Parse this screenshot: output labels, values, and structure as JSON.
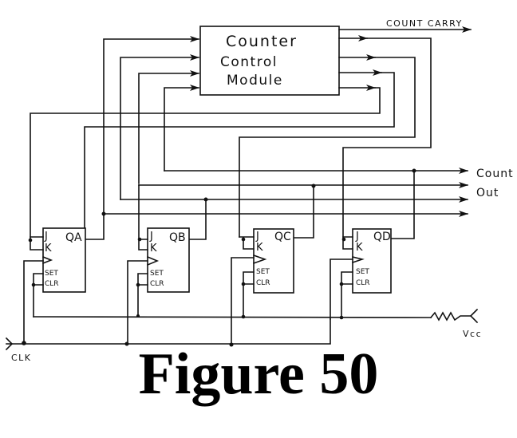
{
  "figure": {
    "caption": "Figure 50"
  },
  "module": {
    "line1": "Counter",
    "line2": "Control",
    "line3": "Module"
  },
  "labels": {
    "count_carry": "COUNT CARRY",
    "count_out_1": "Count",
    "count_out_2": "Out",
    "clk": "CLK",
    "vcc": "Vcc"
  },
  "flipflops": [
    {
      "id": "A",
      "j": "J",
      "k": "K",
      "set": "SET",
      "clr": "CLR",
      "q": "QA"
    },
    {
      "id": "B",
      "j": "J",
      "k": "K",
      "set": "SET",
      "clr": "CLR",
      "q": "QB"
    },
    {
      "id": "C",
      "j": "J",
      "k": "K",
      "set": "SET",
      "clr": "CLR",
      "q": "QC"
    },
    {
      "id": "D",
      "j": "J",
      "k": "K",
      "set": "SET",
      "clr": "CLR",
      "q": "QD"
    }
  ]
}
